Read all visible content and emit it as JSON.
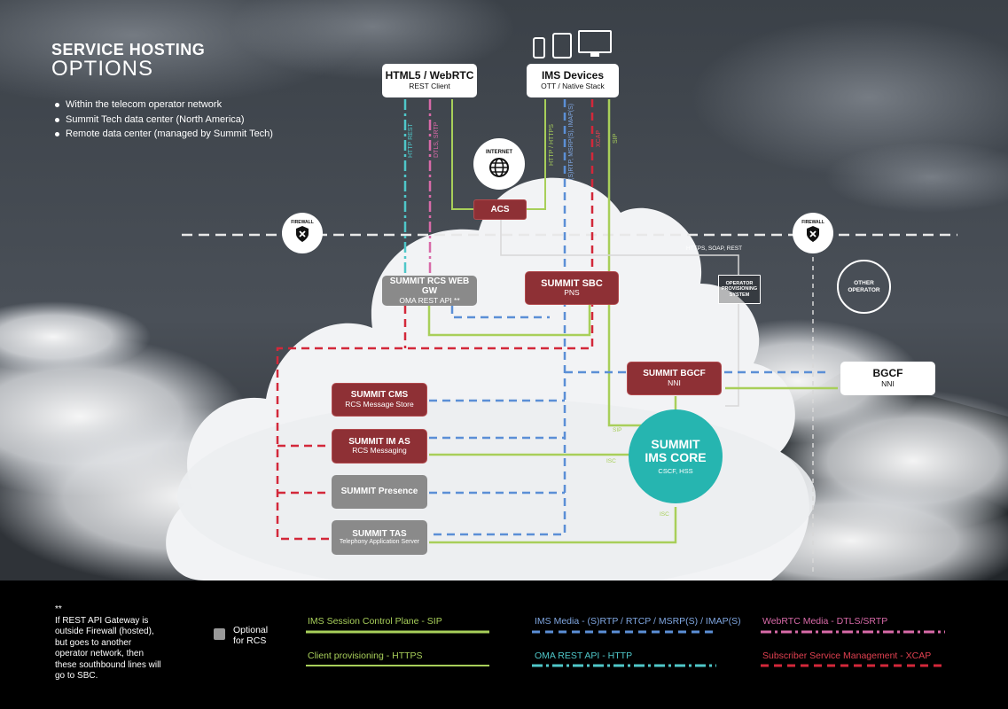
{
  "header": {
    "title_line1": "SERVICE HOSTING",
    "title_line2": "OPTIONS",
    "bullets": [
      "Within the telecom operator network",
      "Summit Tech data center (North America)",
      "Remote data center (managed by Summit Tech)"
    ]
  },
  "clients": {
    "html5": {
      "title": "HTML5 / WebRTC",
      "subtitle": "REST Client"
    },
    "ims": {
      "title": "IMS Devices",
      "subtitle": "OTT / Native Stack"
    }
  },
  "internet_label": "INTERNET",
  "firewall_left": "FIREWALL",
  "firewall_right": "FIREWALL",
  "nodes": {
    "acs": "ACS",
    "rcs_web_gw": {
      "title": "SUMMIT RCS WEB GW",
      "subtitle": "OMA REST API **"
    },
    "sbc": {
      "title": "SUMMIT SBC",
      "subtitle": "PNS"
    },
    "bgcf_internal": {
      "title": "SUMMIT BGCF",
      "subtitle": "NNI"
    },
    "bgcf_external": {
      "title": "BGCF",
      "subtitle": "NNI"
    },
    "ims_core": {
      "title1": "SUMMIT",
      "title2": "IMS CORE",
      "subtitle": "CSCF, HSS"
    },
    "cms": {
      "title": "SUMMIT CMS",
      "subtitle": "RCS Message Store"
    },
    "im_as": {
      "title": "SUMMIT IM AS",
      "subtitle": "RCS Messaging"
    },
    "presence": {
      "title": "SUMMIT Presence"
    },
    "tas": {
      "title": "SUMMIT TAS",
      "subtitle": "Telephony Application Server"
    },
    "ops": "OPERATOR PROVISIONING SYSTEM",
    "other_operator": "OTHER OPERATOR"
  },
  "line_labels": {
    "http_rest": "HTTP REST",
    "dtls_srtp": "DTLS, SRTP",
    "http_https": "HTTP / HTTPS",
    "srtp_msrps_imaps": "(S)RTP, MSRP(S), IMAP(S)",
    "xcap": "XCAP",
    "sip": "SIP",
    "https_soap_rest": "HTTPS, SOAP, REST",
    "sip_core": "SIP",
    "isc_left": "ISC",
    "isc_bottom": "ISC"
  },
  "colors": {
    "sip_green": "#a8cf5a",
    "media_blue": "#5b8fd6",
    "webrtc_pink": "#d86aa8",
    "rest_cyan": "#4fc7c9",
    "xcap_red": "#d3283a",
    "core_teal": "#26b5b0",
    "node_red": "#8e3035"
  },
  "footnote": {
    "mark": "**",
    "text": "If REST API Gateway is outside Firewall (hosted), but goes to another operator network, then these southbound lines will go to SBC."
  },
  "legend": {
    "optional_label": "Optional for RCS",
    "items": [
      {
        "label": "IMS Session Control Plane - SIP",
        "color": "#a8cf5a",
        "style": "solid"
      },
      {
        "label": "IMS Media - (S)RTP / RTCP / MSRP(S) / IMAP(S)",
        "color": "#5b8fd6",
        "style": "dash"
      },
      {
        "label": "WebRTC Media - DTLS/SRTP",
        "color": "#d86aa8",
        "style": "dashdot"
      },
      {
        "label": "Client provisioning - HTTPS",
        "color": "#a8cf5a",
        "style": "solid"
      },
      {
        "label": "OMA REST API - HTTP",
        "color": "#4fc7c9",
        "style": "dashdot"
      },
      {
        "label": "Subscriber Service Management - XCAP",
        "color": "#d3283a",
        "style": "dash"
      }
    ]
  }
}
